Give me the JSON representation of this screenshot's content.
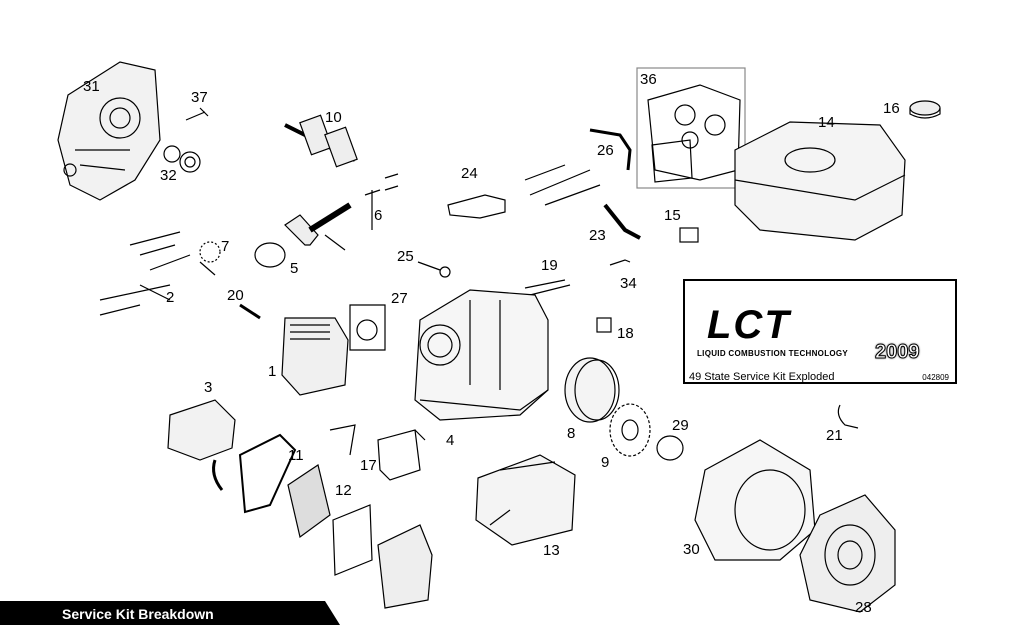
{
  "callouts": [
    "31",
    "37",
    "32",
    "10",
    "36",
    "14",
    "16",
    "24",
    "26",
    "6",
    "23",
    "15",
    "7",
    "25",
    "19",
    "5",
    "2",
    "20",
    "27",
    "34",
    "18",
    "1",
    "3",
    "4",
    "8",
    "29",
    "21",
    "9",
    "11",
    "12",
    "17",
    "13",
    "30",
    "28"
  ],
  "brand": {
    "logo": "LCT",
    "tagline": "LIQUID COMBUSTION TECHNOLOGY",
    "caption": "49 State Service Kit Exploded",
    "code": "042809",
    "year_code": "2009"
  },
  "banner": {
    "title": "Service Kit Breakdown"
  }
}
